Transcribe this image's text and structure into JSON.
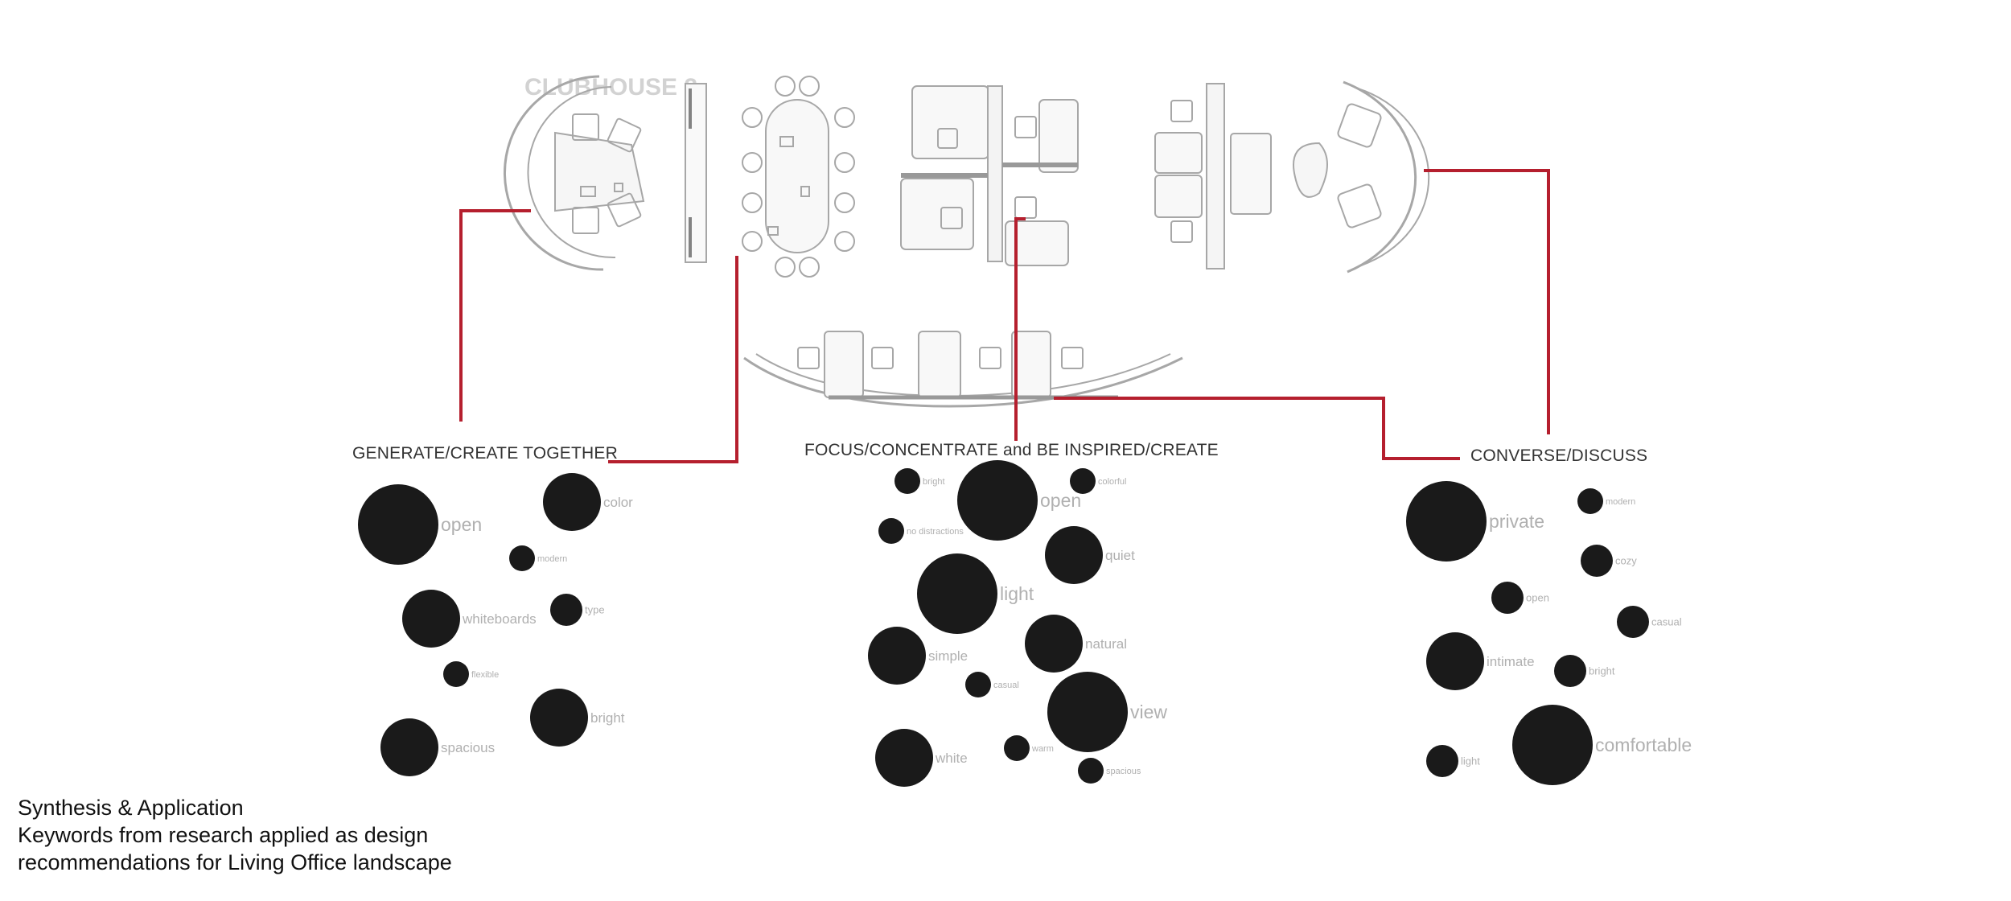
{
  "plan": {
    "title": "CLUBHOUSE 2"
  },
  "groups": [
    {
      "heading": "GENERATE/CREATE TOGETHER",
      "keywords": [
        {
          "label": "open",
          "size": "xl"
        },
        {
          "label": "color",
          "size": "l"
        },
        {
          "label": "modern",
          "size": "s"
        },
        {
          "label": "whiteboards",
          "size": "l"
        },
        {
          "label": "type",
          "size": "m"
        },
        {
          "label": "flexible",
          "size": "s"
        },
        {
          "label": "bright",
          "size": "l"
        },
        {
          "label": "spacious",
          "size": "l"
        }
      ]
    },
    {
      "heading": "FOCUS/CONCENTRATE and BE INSPIRED/CREATE",
      "keywords": [
        {
          "label": "bright",
          "size": "s"
        },
        {
          "label": "open",
          "size": "xl"
        },
        {
          "label": "colorful",
          "size": "s"
        },
        {
          "label": "no distractions",
          "size": "s"
        },
        {
          "label": "quiet",
          "size": "l"
        },
        {
          "label": "light",
          "size": "xl"
        },
        {
          "label": "simple",
          "size": "l"
        },
        {
          "label": "natural",
          "size": "l"
        },
        {
          "label": "casual",
          "size": "s"
        },
        {
          "label": "view",
          "size": "xl"
        },
        {
          "label": "white",
          "size": "l"
        },
        {
          "label": "warm",
          "size": "s"
        },
        {
          "label": "spacious",
          "size": "s"
        }
      ]
    },
    {
      "heading": "CONVERSE/DISCUSS",
      "keywords": [
        {
          "label": "private",
          "size": "xl"
        },
        {
          "label": "modern",
          "size": "s"
        },
        {
          "label": "cozy",
          "size": "m"
        },
        {
          "label": "open",
          "size": "m"
        },
        {
          "label": "casual",
          "size": "m"
        },
        {
          "label": "intimate",
          "size": "l"
        },
        {
          "label": "bright",
          "size": "m"
        },
        {
          "label": "light",
          "size": "m"
        },
        {
          "label": "comfortable",
          "size": "xl"
        }
      ]
    }
  ],
  "caption": {
    "line1": "Synthesis & Application",
    "line2": "Keywords from research applied as design",
    "line3": "recommendations for Living Office landscape"
  },
  "colors": {
    "connector": "#b51f2e",
    "bubble": "#1a1a1a",
    "plan_stroke": "#8a8a8a"
  }
}
